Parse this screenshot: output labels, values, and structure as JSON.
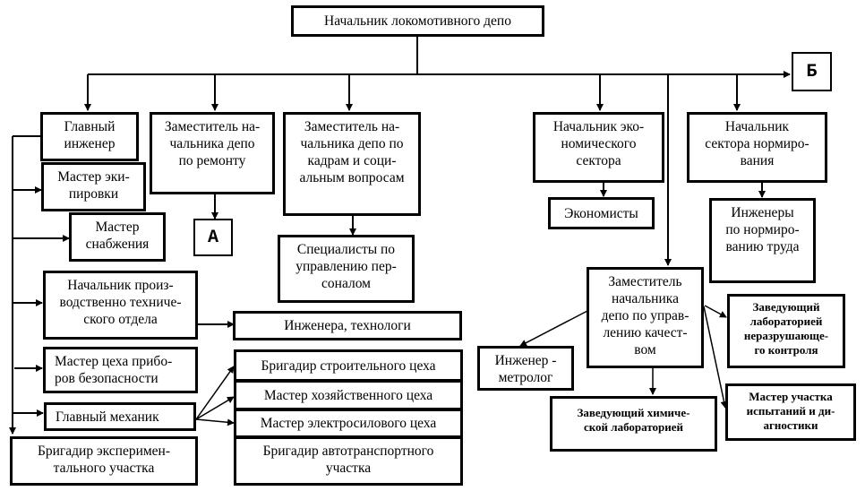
{
  "title": "Организационная структура локомотивного депо",
  "nodes": {
    "head": "Начальник локомотивного депо",
    "ref_b": "Б",
    "ref_a": "А",
    "chief_engineer": "Главный\nинженер",
    "master_equipment": "Мастер эки-\nпировки",
    "master_supply": "Мастер\nснабжения",
    "head_pto": "Начальник произ-\nводственно техниче-\nского отдела",
    "engineers_technologists": "Инженера, технологи",
    "master_safety_devices": "Мастер  цеха  прибо-\nров безопасности",
    "chief_mechanic": "Главный механик",
    "foreman_experimental": "Бригадир эксперимен-\nтального  участка",
    "foreman_construction": "Бригадир строительного цеха",
    "master_household": "Мастер хозяйственного цеха",
    "master_electric": "Мастер электросилового цеха",
    "foreman_autotransport": "Бригадир автотранспортного\nучастка",
    "deputy_repair": "Заместитель на-\nчальника депо\nпо ремонту",
    "deputy_hr": "Заместитель на-\nчальника депо по\nкадрам и соци-\nальным вопросам",
    "hr_specialists": "Специалисты по\nуправлению пер-\nсоналом",
    "head_economic": "Начальник эко-\nномического\nсектора",
    "economists": "Экономисты",
    "head_norming": "Начальник\nсектора нормиро-\nвания",
    "norming_engineers": "Инженеры\nпо нормиро-\nванию труда",
    "deputy_quality": "Заместитель\nначальника\nдепо по управ-\nлению качест-\nвом",
    "engineer_metrologist": "Инженер -\nметролог",
    "head_ndt_lab": "Заведующий\nлабораторией\nнеразрушающе-\nго контроля",
    "head_chem_lab": "Заведующий химиче-\nской лабораторией",
    "master_testing": "Мастер участка\nиспытаний и ди-\nагностики"
  }
}
